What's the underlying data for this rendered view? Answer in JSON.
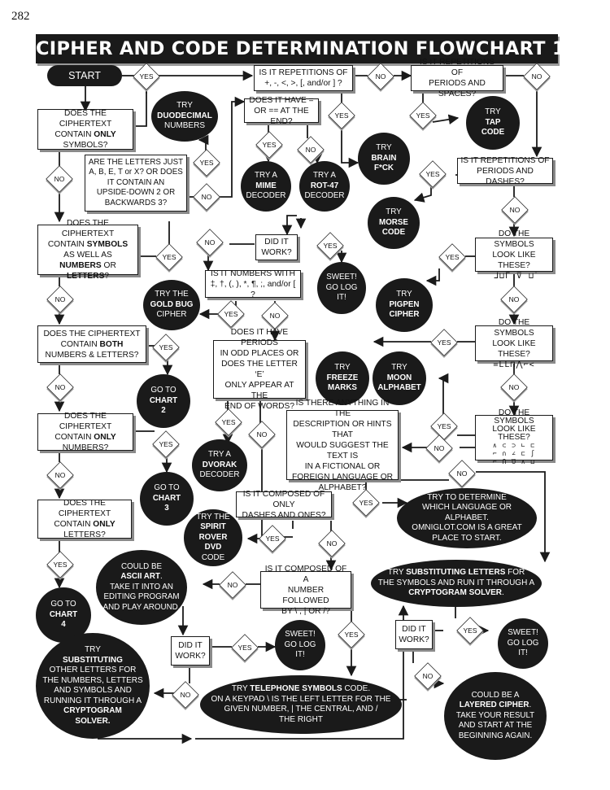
{
  "page_number": "282",
  "title": "CIPHER AND CODE DETERMINATION FLOWCHART 1",
  "start": "START",
  "yes": "YES",
  "no": "NO",
  "q1": {
    "a": "DOES THE CIPHERTEXT",
    "b": "CONTAIN",
    "c": "ONLY",
    "d": "SYMBOLS?"
  },
  "q_rep_symbols": {
    "a": "IS IT REPETITIONS OF",
    "b": "+, -, <, >, [, and/or ]  ?"
  },
  "q_rep_periods_spaces": {
    "a": "IS IT REPETITIONS OF",
    "b": "PERIODS AND SPACES?"
  },
  "try_duodecimal": {
    "a": "TRY",
    "b": "DUODECIMAL",
    "c": "NUMBERS"
  },
  "q_equals": {
    "a": "DOES IT HAVE =",
    "b": "OR == AT THE END?"
  },
  "try_tap": {
    "a": "TRY",
    "b": "TAP",
    "c": "CODE"
  },
  "q_letters_abetx": {
    "a": "ARE THE LETTERS JUST",
    "b": "A, B, E, T or X? OR DOES",
    "c": "IT CONTAIN AN",
    "d": "UPSIDE-DOWN 2 OR",
    "e": "BACKWARDS 3?"
  },
  "try_brainfck": {
    "a": "TRY",
    "b": "BRAIN",
    "c": "F*CK"
  },
  "q_rep_periods_dashes": {
    "a": "IS IT REPETITIONS OF",
    "b": "PERIODS AND DASHES?"
  },
  "try_mime": {
    "a": "TRY A",
    "b": "MIME",
    "c": "DECODER"
  },
  "try_rot47": {
    "a": "TRY A",
    "b": "ROT-47",
    "c": "DECODER"
  },
  "try_morse": {
    "a": "TRY",
    "b": "MORSE",
    "c": "CODE"
  },
  "q2": {
    "a": "DOES THE CIPHERTEXT",
    "b": "CONTAIN",
    "c": "SYMBOLS",
    "d": "AS WELL AS",
    "e": "NUMBERS",
    "f": "OR",
    "g": "LETTERS",
    "h": "?"
  },
  "q_did_it_work_1": {
    "a": "DID IT",
    "b": "WORK?"
  },
  "sweet_1": {
    "a": "SWEET!",
    "b": "GO LOG",
    "c": "IT!"
  },
  "q_pigpen": {
    "a": "DO THE SYMBOLS",
    "b": "LOOK LIKE THESE?",
    "c": "ᒧ⊔ᒥ ⊽ ⊔̇"
  },
  "q_numbers_with": {
    "a": "IS IT NUMBERS WITH",
    "b": "‡, †, (, ), *, ¶, ;, and/or [  ?"
  },
  "try_goldbug": {
    "a": "TRY THE",
    "b": "GOLD BUG",
    "c": "CIPHER"
  },
  "try_pigpen": {
    "a": "TRY",
    "b": "PIGPEN",
    "c": "CIPHER"
  },
  "q3": {
    "a": "DOES THE CIPHERTEXT",
    "b": "CONTAIN",
    "c": "BOTH",
    "d": "NUMBERS & LETTERS?"
  },
  "q_periods_odd": {
    "a": "DOES IT HAVE PERIODS",
    "b": "IN ODD PLACES OR",
    "c": "DOES THE LETTER ‘E’",
    "d": "ONLY APPEAR AT THE",
    "e": "END OF WORDS?"
  },
  "q_freeze": {
    "a": "DO THE SYMBOLS",
    "b": "LOOK LIKE THESE?",
    "c": "=ll⊓⋀⌐<"
  },
  "try_freeze": {
    "a": "TRY",
    "b": "FREEZE",
    "c": "MARKS"
  },
  "try_moon": {
    "a": "TRY",
    "b": "MOON",
    "c": "ALPHABET"
  },
  "goto_chart2": {
    "a": "GO TO",
    "b": "CHART",
    "c": "2"
  },
  "q4": {
    "a": "DOES THE CIPHERTEXT",
    "b": "CONTAIN",
    "c": "ONLY",
    "d": "NUMBERS?"
  },
  "try_dvorak": {
    "a": "TRY A",
    "b": "DVORAK",
    "c": "DECODER"
  },
  "q_fictional": {
    "a": "IS THERE ANYTHING IN THE",
    "b": "DESCRIPTION OR HINTS THAT",
    "c": "WOULD SUGGEST THE TEXT IS",
    "d": "IN A FICTIONAL OR",
    "e": "FOREIGN LANGUAGE OR",
    "f": "ALPHABET?"
  },
  "q_moon_symbols": {
    "a": "DO THE SYMBOLS",
    "b": "LOOK LIKE THESE?",
    "c": "∧ ⊂ ⊃ ∟ ⊏",
    "d": "⌐ ∩ ∠ ⊏ ∫",
    "e": "⌐ Ո Ծ ∧ ⊔"
  },
  "goto_chart3": {
    "a": "GO TO",
    "b": "CHART",
    "c": "3"
  },
  "q_dashes_ones": {
    "a": "IS IT COMPOSED OF ONLY",
    "b": "DASHES AND ONES?"
  },
  "try_determine": {
    "a": "TRY TO DETERMINE",
    "b": "WHICH LANGUAGE OR ALPHABET.",
    "c": "OMNIGLOT.COM IS A GREAT",
    "d": "PLACE TO START."
  },
  "q5": {
    "a": "DOES THE CIPHERTEXT",
    "b": "CONTAIN",
    "c": "ONLY",
    "d": "LETTERS?"
  },
  "try_spirit": {
    "a": "TRY THE",
    "b": "SPIRIT ROVER",
    "c": "DVD",
    "d": "CODE"
  },
  "could_ascii": {
    "a": "COULD BE",
    "b": "ASCII ART",
    "c": ".",
    "d": "TAKE IT INTO AN",
    "e": "EDITING PROGRAM",
    "f": "AND PLAY AROUND."
  },
  "q_number_followed": {
    "a": "IS IT COMPOSED OF A",
    "b": "NUMBER FOLLOWED",
    "c": "BY \\ , | OR /?"
  },
  "try_substituting_symbols": {
    "a": "TRY",
    "b": "SUBSTITUTING LETTERS",
    "c": "FOR",
    "d": "THE SYMBOLS AND RUN IT THROUGH A",
    "e": "CRYPTOGRAM SOLVER",
    "f": "."
  },
  "goto_chart4": {
    "a": "GO TO",
    "b": "CHART",
    "c": "4"
  },
  "q_did_it_work_2": {
    "a": "DID IT",
    "b": "WORK?"
  },
  "sweet_2": {
    "a": "SWEET!",
    "b": "GO LOG",
    "c": "IT!"
  },
  "q_did_it_work_3": {
    "a": "DID IT",
    "b": "WORK?"
  },
  "sweet_3": {
    "a": "SWEET!",
    "b": "GO LOG",
    "c": "IT!"
  },
  "try_substituting_other": {
    "a": "TRY",
    "b": "SUBSTITUTING",
    "c": "OTHER LETTERS FOR",
    "d": "THE NUMBERS, LETTERS",
    "e": "AND SYMBOLS AND",
    "f": "RUNNING  IT THROUGH A",
    "g": "CRYPTOGRAM",
    "h": "SOLVER."
  },
  "try_telephone": {
    "a": "TRY",
    "b": "TELEPHONE SYMBOLS",
    "c": "CODE.",
    "d": "ON A KEYPAD \\ IS THE LEFT LETTER FOR THE",
    "e": "GIVEN NUMBER, |  THE CENTRAL, AND /",
    "f": "THE RIGHT"
  },
  "could_layered": {
    "a": "COULD BE A",
    "b": "LAYERED CIPHER",
    "c": ".",
    "d": "TAKE YOUR RESULT",
    "e": "AND START AT THE",
    "f": "BEGINNING AGAIN."
  }
}
